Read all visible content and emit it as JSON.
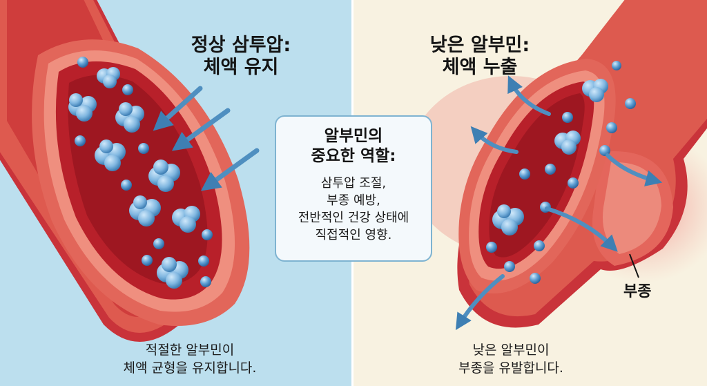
{
  "left": {
    "heading": [
      "정상 삼투압:",
      "체액 유지"
    ],
    "caption": [
      "적절한 알부민이",
      "체액 균형을 유지합니다."
    ]
  },
  "center": {
    "title": [
      "알부민의",
      "중요한 역할:"
    ],
    "body": [
      "삼투압 조절,",
      "부종 예방,",
      "전반적인 건강 상태에",
      "직접적인 영향."
    ]
  },
  "right": {
    "heading": [
      "낮은 알부민:",
      "체액 누출"
    ],
    "caption": [
      "낮은 알부민이",
      "부종을 유발합니다."
    ],
    "edema_label": "부종"
  },
  "colors": {
    "left_background": "#bcdfee",
    "right_background": "#f8f2e1",
    "vessel_wall": "#d9473f",
    "vessel_lumen": "#b5222b",
    "albumin": "#7fb6e0",
    "arrow": "#4f8fc0"
  }
}
